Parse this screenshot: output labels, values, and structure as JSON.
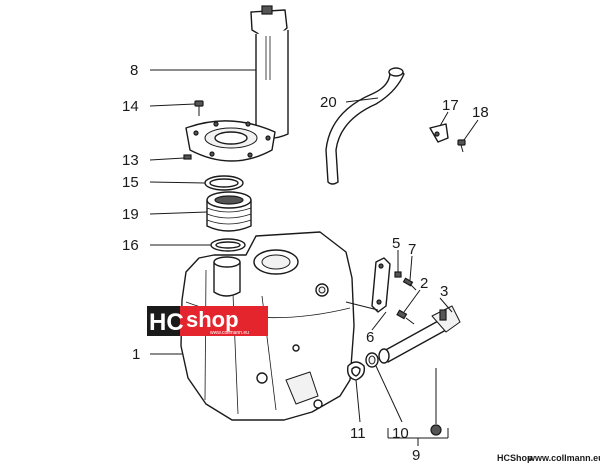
{
  "callouts": {
    "c1": "1",
    "c2": "2",
    "c3": "3",
    "c5": "5",
    "c6": "6",
    "c7": "7",
    "c8": "8",
    "c9": "9",
    "c10": "10",
    "c11": "11",
    "c13": "13",
    "c14": "14",
    "c15": "15",
    "c16": "16",
    "c17": "17",
    "c18": "18",
    "c19": "19",
    "c20": "20"
  },
  "logo": {
    "hc": "HC",
    "shop": "shop",
    "sub": "www.collmann.eu"
  },
  "footer": {
    "brand": "HCShop",
    "url": "www.collmann.eu"
  },
  "colors": {
    "logo_red": "#e4252d",
    "logo_dark": "#1a1a1a",
    "line": "#1a1a1a"
  }
}
